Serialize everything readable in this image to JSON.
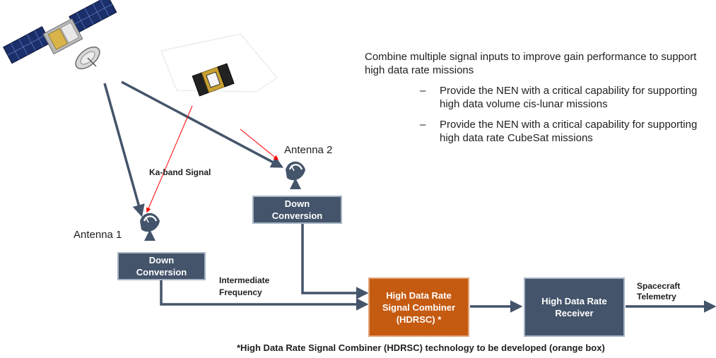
{
  "objective": {
    "intro": "Combine multiple signal inputs to improve gain performance to support high data rate missions",
    "bullets": [
      "Provide the NEN with a critical capability for supporting high data volume cis-lunar missions",
      "Provide the NEN with a critical capability for supporting high data rate CubeSat missions"
    ],
    "bullet_marker": "–"
  },
  "labels": {
    "antenna1": "Antenna 1",
    "antenna2": "Antenna 2",
    "ka_band": "Ka-band Signal",
    "intermediate_line1": "Intermediate",
    "intermediate_line2": "Frequency",
    "telemetry_line1": "Spacecraft",
    "telemetry_line2": "Telemetry"
  },
  "boxes": {
    "down_conversion_1": [
      "Down",
      "Conversion"
    ],
    "down_conversion_2": [
      "Down",
      "Conversion"
    ],
    "hdrsc": [
      "High Data Rate",
      "Signal Combiner",
      "(HDRSC) *"
    ],
    "receiver": [
      "High Data Rate",
      "Receiver"
    ]
  },
  "footnote": "*High Data Rate Signal Combiner (HDRSC) technology to be developed (orange box)",
  "colors": {
    "flow_arrow": "#44546a",
    "signal_line": "#ff0000",
    "box_slate": "#44546a",
    "box_orange": "#c55a11"
  },
  "icons": [
    "satellite-icon",
    "cubesat-icon",
    "dish-antenna-icon"
  ]
}
